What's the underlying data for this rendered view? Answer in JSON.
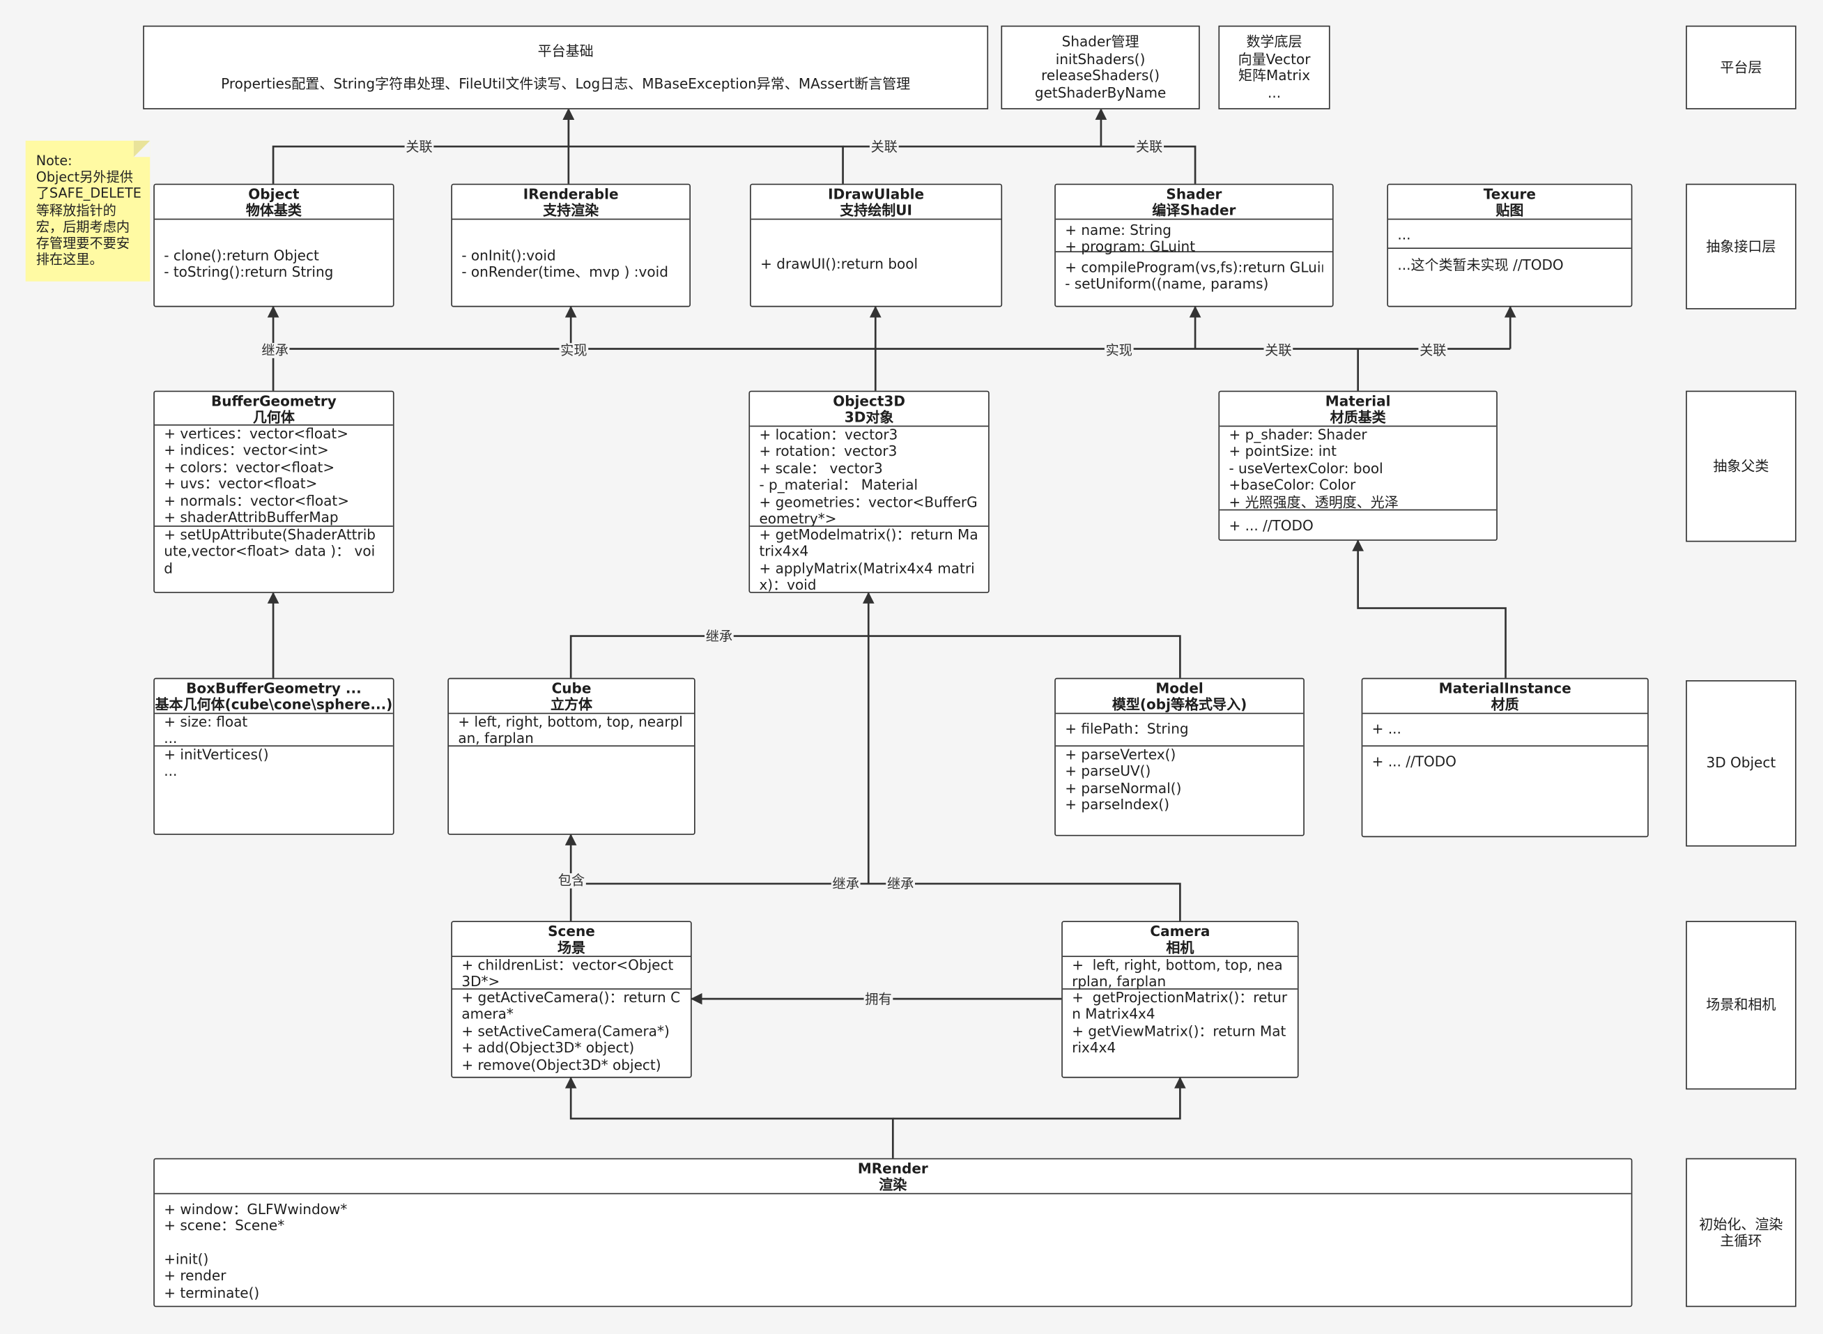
{
  "note": {
    "lines": [
      "Note:",
      "Object另外提供",
      "了SAFE_DELETE",
      "等释放指针的",
      "宏，后期考虑内",
      "存管理要不要安",
      "排在这里。"
    ]
  },
  "platform": {
    "title": "平台基础",
    "body": "Properties配置、String字符串处理、FileUtil文件读写、Log日志、MBaseException异常、MAssert断言管理"
  },
  "shader_mgr": {
    "lines": [
      "Shader管理",
      "initShaders()",
      "releaseShaders()",
      "getShaderByName"
    ]
  },
  "math": {
    "lines": [
      "数学底层",
      "向量Vector",
      "矩阵Matrix",
      "..."
    ]
  },
  "layers": {
    "platform": "平台层",
    "interface": "抽象接口层",
    "parent": "抽象父类",
    "object3d": "3D Object",
    "scene_camera": "场景和相机",
    "init": [
      "初始化、渲染",
      "主循环"
    ]
  },
  "classes": {
    "object": {
      "title": "Object",
      "subtitle": "物体基类",
      "attrs": [],
      "ops": [
        "- clone():return Object",
        "- toString():return String"
      ]
    },
    "irenderable": {
      "title": "IRenderable",
      "subtitle": "支持渲染",
      "attrs": [],
      "ops": [
        "- onInit():void",
        "- onRender(time、mvp ) :void"
      ]
    },
    "idrawui": {
      "title": "IDrawUIable",
      "subtitle": "支持绘制UI",
      "attrs": [],
      "ops": [
        "+ drawUI():return bool"
      ]
    },
    "shader": {
      "title": "Shader",
      "subtitle": "编译Shader",
      "attrs": [
        "+ name: String",
        "+ program: GLuint"
      ],
      "ops": [
        "+ compileProgram(vs,fs):return GLuint",
        "- setUniform((name, params)"
      ]
    },
    "texture": {
      "title": "Texure",
      "subtitle": "贴图",
      "attrs": [
        "..."
      ],
      "ops": [
        "...这个类暂未实现 //TODO"
      ]
    },
    "buffer_geometry": {
      "title": "BufferGeometry",
      "subtitle": "几何体",
      "attrs": [
        "+ vertices：vector<float>",
        "+ indices：vector<int>",
        "+ colors：vector<float>",
        "+ uvs：vector<float>",
        "+ normals：vector<float>",
        "+ shaderAttribBufferMap"
      ],
      "ops": [
        "+ setUpAttribute(ShaderAttribute,vector<float> data )： void"
      ]
    },
    "object3d": {
      "title": "Object3D",
      "subtitle": "3D对象",
      "attrs": [
        "+ location：vector3",
        "+ rotation：vector3",
        "+ scale： vector3",
        "- p_material： Material",
        "+ geometries：vector<BufferGeometry*>"
      ],
      "ops": [
        "+ getModelmatrix()：return Matrix4x4",
        "+ applyMatrix(Matrix4x4 matrix)：void"
      ]
    },
    "material": {
      "title": "Material",
      "subtitle": "材质基类",
      "attrs": [
        "+ p_shader: Shader",
        "+ pointSize: int",
        "- useVertexColor: bool",
        "+baseColor: Color",
        "+ 光照强度、透明度、光泽"
      ],
      "ops": [
        "+ ... //TODO"
      ]
    },
    "box_buffer": {
      "title": "BoxBufferGeometry ...",
      "subtitle": "基本几何体(cube\\cone\\sphere...)",
      "attrs": [
        "+ size: float",
        "..."
      ],
      "ops": [
        "+ initVertices()",
        "..."
      ]
    },
    "cube": {
      "title": "Cube",
      "subtitle": "立方体",
      "attrs": [
        "+ left, right, bottom, top, nearplan, farplan"
      ],
      "ops": []
    },
    "model": {
      "title": "Model",
      "subtitle": "模型(obj等格式导入)",
      "attrs": [
        "+ filePath：String"
      ],
      "ops": [
        "+ parseVertex()",
        "+ parseUV()",
        "+ parseNormal()",
        "+ parseIndex()"
      ]
    },
    "material_instance": {
      "title": "MaterialInstance",
      "subtitle": "材质",
      "attrs": [
        "+ ..."
      ],
      "ops": [
        "+ ... //TODO"
      ]
    },
    "scene": {
      "title": "Scene",
      "subtitle": "场景",
      "attrs": [
        "+ childrenList：vector<Object3D*>"
      ],
      "ops": [
        "+ getActiveCamera()：return Camera*",
        "+ setActiveCamera(Camera*)",
        "+ add(Object3D* object)",
        "+ remove(Object3D* object)"
      ]
    },
    "camera": {
      "title": "Camera",
      "subtitle": "相机",
      "attrs": [
        "+  left, right, bottom, top, nearplan, farplan"
      ],
      "ops": [
        "+  getProjectionMatrix()：return Matrix4x4",
        "+ getViewMatrix()：return Matrix4x4"
      ]
    },
    "mrender": {
      "title": "MRender",
      "subtitle": "渲染",
      "attrs": [],
      "ops": [
        "+ window：GLFWwindow*",
        "+ scene：Scene*",
        "",
        "+init()",
        "+ render",
        "+ terminate()"
      ]
    }
  },
  "edge_labels": {
    "assoc_1": "关联",
    "assoc_2": "关联",
    "assoc_3": "关联",
    "assoc_4": "关联",
    "assoc_5": "关联",
    "inherit_1": "继承",
    "implement_1": "实现",
    "implement_2": "实现",
    "inherit_2": "继承",
    "contain": "包含",
    "inherit_3": "继承",
    "inherit_4": "继承",
    "own": "拥有"
  }
}
